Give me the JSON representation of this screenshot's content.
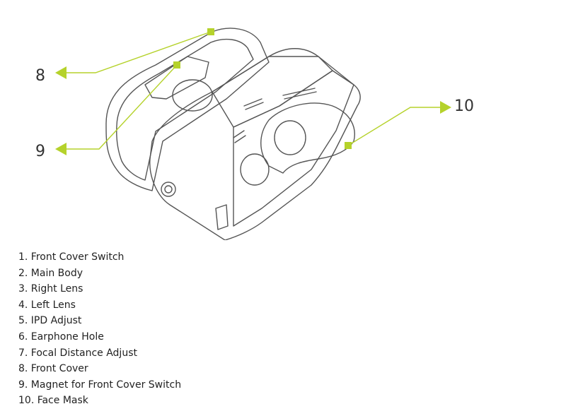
{
  "callouts": {
    "eight": "8",
    "nine": "9",
    "ten": "10"
  },
  "parts": [
    "1. Front Cover Switch",
    "2. Main Body",
    "3. Right Lens",
    "4. Left Lens",
    "5. IPD Adjust",
    "6. Earphone Hole",
    "7. Focal Distance Adjust",
    "8. Front Cover",
    "9. Magnet for Front Cover Switch",
    "10. Face Mask"
  ],
  "colors": {
    "callout": "#b5d22b",
    "line": "#555555"
  }
}
